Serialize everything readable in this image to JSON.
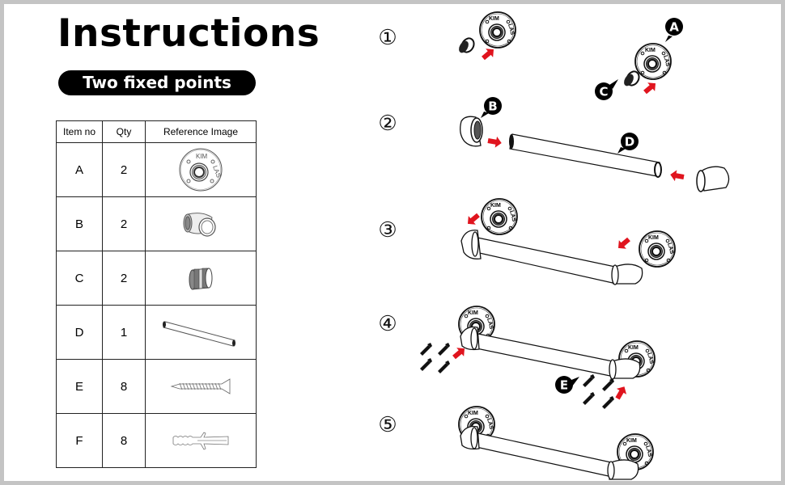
{
  "title": "Instructions",
  "subtitle": "Two fixed points",
  "table": {
    "headers": [
      "Item no",
      "Qty",
      "Reference Image"
    ],
    "rows": [
      {
        "item": "A",
        "qty": "2",
        "image": "floor-flange"
      },
      {
        "item": "B",
        "qty": "2",
        "image": "elbow-fitting"
      },
      {
        "item": "C",
        "qty": "2",
        "image": "threaded-nipple"
      },
      {
        "item": "D",
        "qty": "1",
        "image": "pipe"
      },
      {
        "item": "E",
        "qty": "8",
        "image": "wood-screw"
      },
      {
        "item": "F",
        "qty": "8",
        "image": "wall-anchor"
      }
    ]
  },
  "flange_mark": {
    "top": "KIM",
    "side": "LAS"
  },
  "steps": [
    {
      "number": "①",
      "callouts": [
        "A",
        "C"
      ]
    },
    {
      "number": "②",
      "callouts": [
        "B",
        "D"
      ]
    },
    {
      "number": "③",
      "callouts": []
    },
    {
      "number": "④",
      "callouts": [
        "E"
      ]
    },
    {
      "number": "⑤",
      "callouts": []
    }
  ],
  "colors": {
    "arrow": "#e0141e",
    "ink": "#111111",
    "border": "#c4c4c4"
  }
}
